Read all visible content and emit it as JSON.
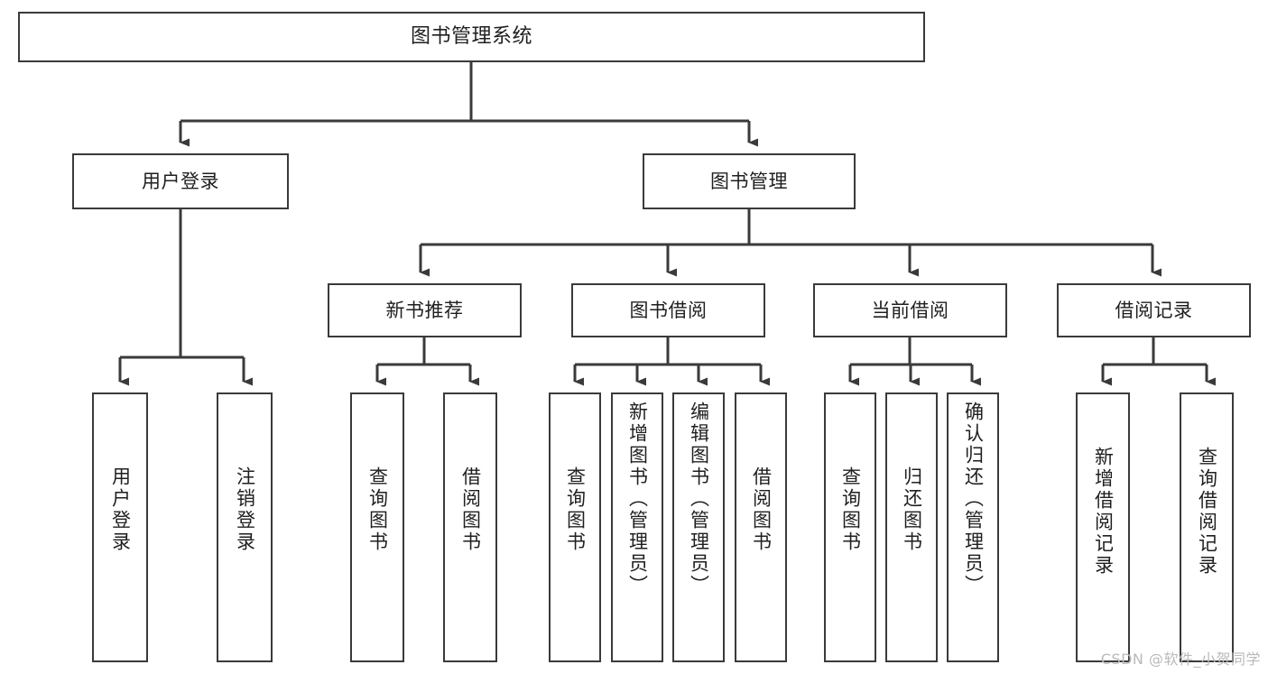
{
  "diagram": {
    "title": "图书管理系统",
    "type": "tree-hierarchy",
    "line_color": "#3a3a3a",
    "box_fill": "#ffffff",
    "text_color": "#1f1f1f"
  },
  "root": {
    "label": "图书管理系统"
  },
  "level2": [
    {
      "label": "用户登录"
    },
    {
      "label": "图书管理"
    }
  ],
  "level3": [
    {
      "label": "新书推荐"
    },
    {
      "label": "图书借阅"
    },
    {
      "label": "当前借阅"
    },
    {
      "label": "借阅记录"
    }
  ],
  "leaves": {
    "user_login": [
      {
        "label": "用户登录"
      },
      {
        "label": "注销登录"
      }
    ],
    "new_book": [
      {
        "label": "查询图书"
      },
      {
        "label": "借阅图书"
      }
    ],
    "borrow_book": [
      {
        "label": "查询图书"
      },
      {
        "label": "新增图书（管理员）"
      },
      {
        "label": "编辑图书（管理员）"
      },
      {
        "label": "借阅图书"
      }
    ],
    "current_borrow": [
      {
        "label": "查询图书"
      },
      {
        "label": "归还图书"
      },
      {
        "label": "确认归还（管理员）"
      }
    ],
    "borrow_record": [
      {
        "label": "新增借阅记录"
      },
      {
        "label": "查询借阅记录"
      }
    ]
  },
  "watermark": {
    "text": "CSDN @软件_小贺同学"
  }
}
